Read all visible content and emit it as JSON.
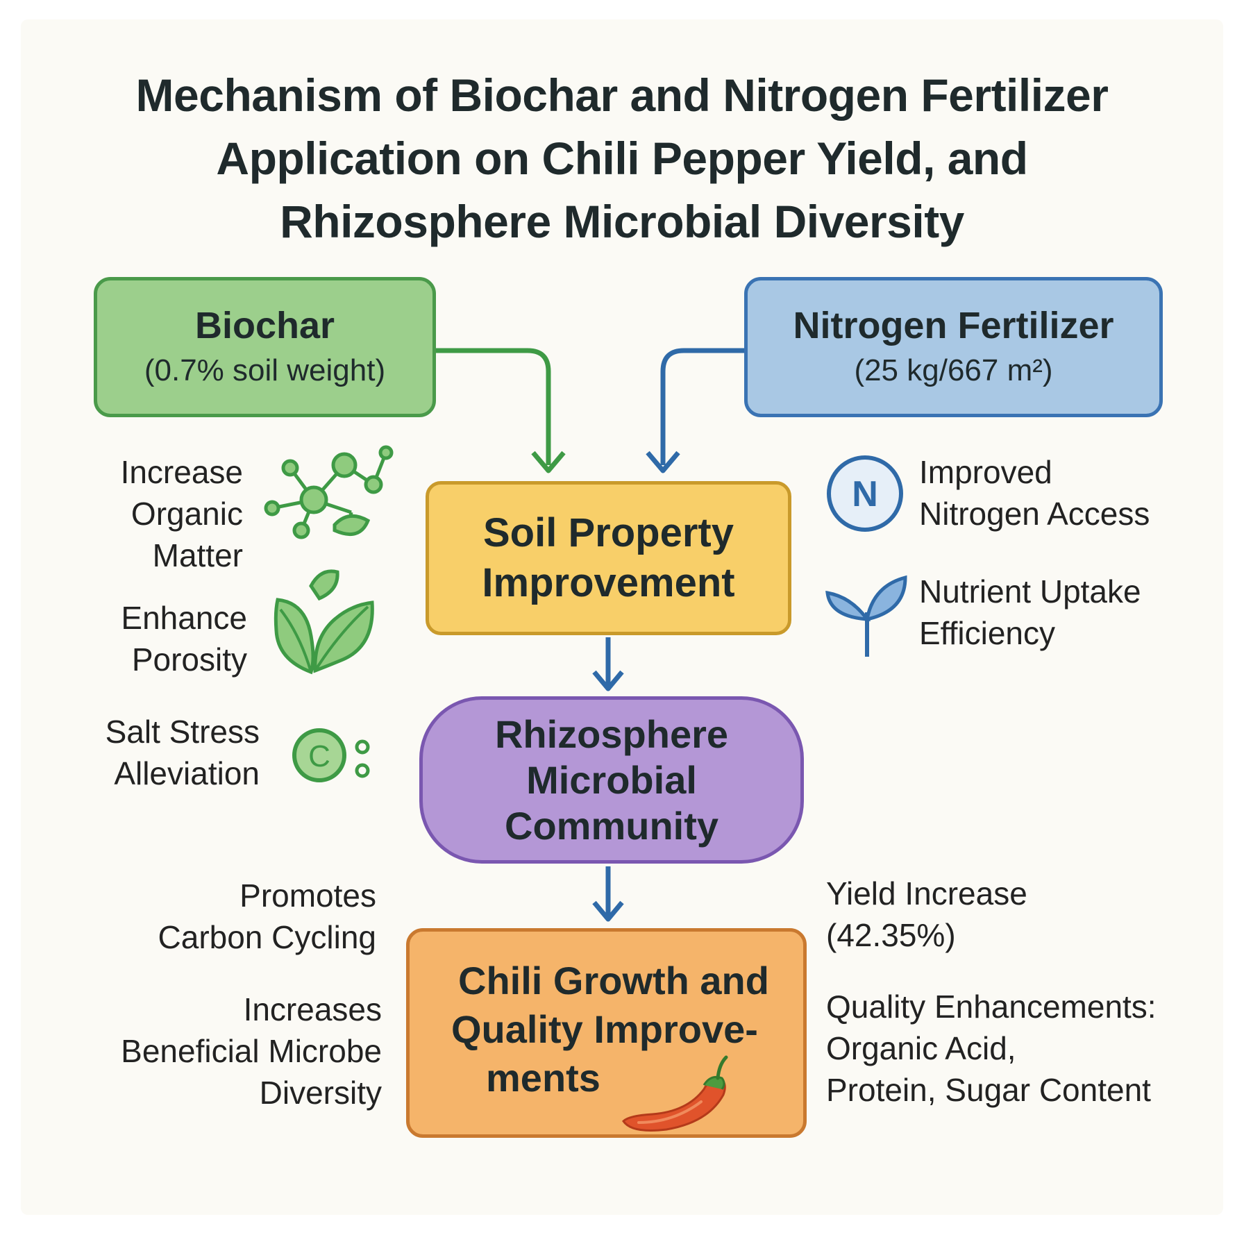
{
  "title": {
    "line1": "Mechanism of Biochar and Nitrogen Fertilizer",
    "line2": "Application on Chili Pepper Yield, and",
    "line3": "Rhizosphere Microbial Diversity"
  },
  "nodes": {
    "biochar": {
      "label": "Biochar",
      "sub": "(0.7% soil weight)"
    },
    "nitrogen": {
      "label": "Nitrogen Fertilizer",
      "sub": "(25 kg/667 m²)"
    },
    "soil": {
      "line1": "Soil Property",
      "line2": "Improvement"
    },
    "microbial": {
      "line1": "Rhizosphere",
      "line2": "Microbial",
      "line3": "Community"
    },
    "chili": {
      "line1": "Chili Growth and",
      "line2": "Quality Improve-",
      "line3": "ments"
    }
  },
  "biochar_effects": [
    {
      "lines": [
        "Increase",
        "Organic",
        "Matter"
      ],
      "icon": "molecule-icon"
    },
    {
      "lines": [
        "Enhance",
        "Porosity"
      ],
      "icon": "leaves-icon"
    },
    {
      "lines": [
        "Salt Stress",
        "Alleviation"
      ],
      "icon": "carbon-icon",
      "icon_letter": "C"
    }
  ],
  "nitrogen_effects": [
    {
      "lines": [
        "Improved",
        "Nitrogen Access"
      ],
      "icon": "nitrogen-icon",
      "icon_letter": "N"
    },
    {
      "lines": [
        "Nutrient Uptake",
        "Efficiency"
      ],
      "icon": "sprout-icon"
    }
  ],
  "microbial_effects": [
    {
      "lines": [
        "Promotes",
        "Carbon Cycling"
      ]
    },
    {
      "lines": [
        "Increases",
        "Beneficial Microbe",
        "Diversity"
      ]
    }
  ],
  "outcomes": [
    {
      "lines": [
        "Yield Increase",
        "(42.35%)"
      ]
    },
    {
      "lines": [
        "Quality Enhancements:",
        "Organic Acid,",
        "Protein, Sugar Content"
      ]
    }
  ],
  "colors": {
    "biochar": "#9ccf8c",
    "nitrogen": "#a9c8e4",
    "soil": "#f8cf69",
    "microbial": "#b497d6",
    "chili": "#f5b46a",
    "green_arrow": "#3e9a45",
    "blue_arrow": "#2f6aa8"
  }
}
